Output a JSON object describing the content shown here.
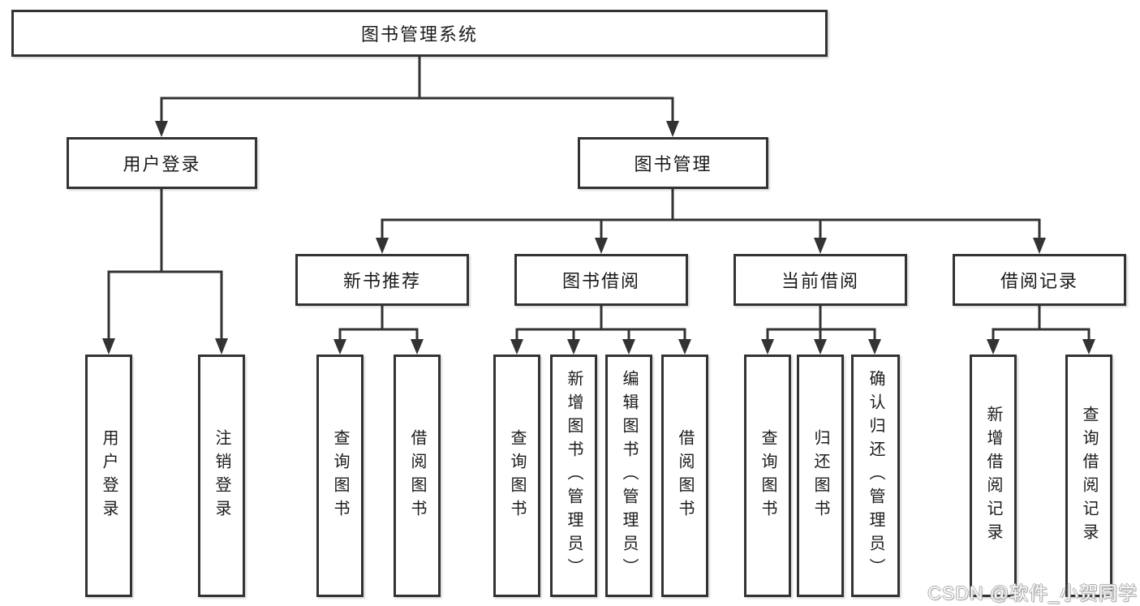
{
  "diagram": {
    "root": "图书管理系统",
    "level2": [
      {
        "label": "用户登录",
        "children": [
          "用户登录",
          "注销登录"
        ]
      },
      {
        "label": "图书管理"
      }
    ],
    "level3": [
      {
        "label": "新书推荐",
        "children": [
          "查询图书",
          "借阅图书"
        ]
      },
      {
        "label": "图书借阅",
        "children": [
          "查询图书",
          "新增图书（管理员）",
          "编辑图书（管理员）",
          "借阅图书"
        ]
      },
      {
        "label": "当前借阅",
        "children": [
          "查询图书",
          "归还图书",
          "确认归还（管理员）"
        ]
      },
      {
        "label": "借阅记录",
        "children": [
          "新增借阅记录",
          "查询借阅记录"
        ]
      }
    ],
    "watermark": "CSDN @软件_小贺同学",
    "colors": {
      "line": "#333333",
      "text": "#1b1b1b",
      "box_background": "#ffffff",
      "page_background": "#ffffff",
      "watermark_fill": "#ffffff",
      "watermark_outline": "#aeaeae"
    }
  }
}
